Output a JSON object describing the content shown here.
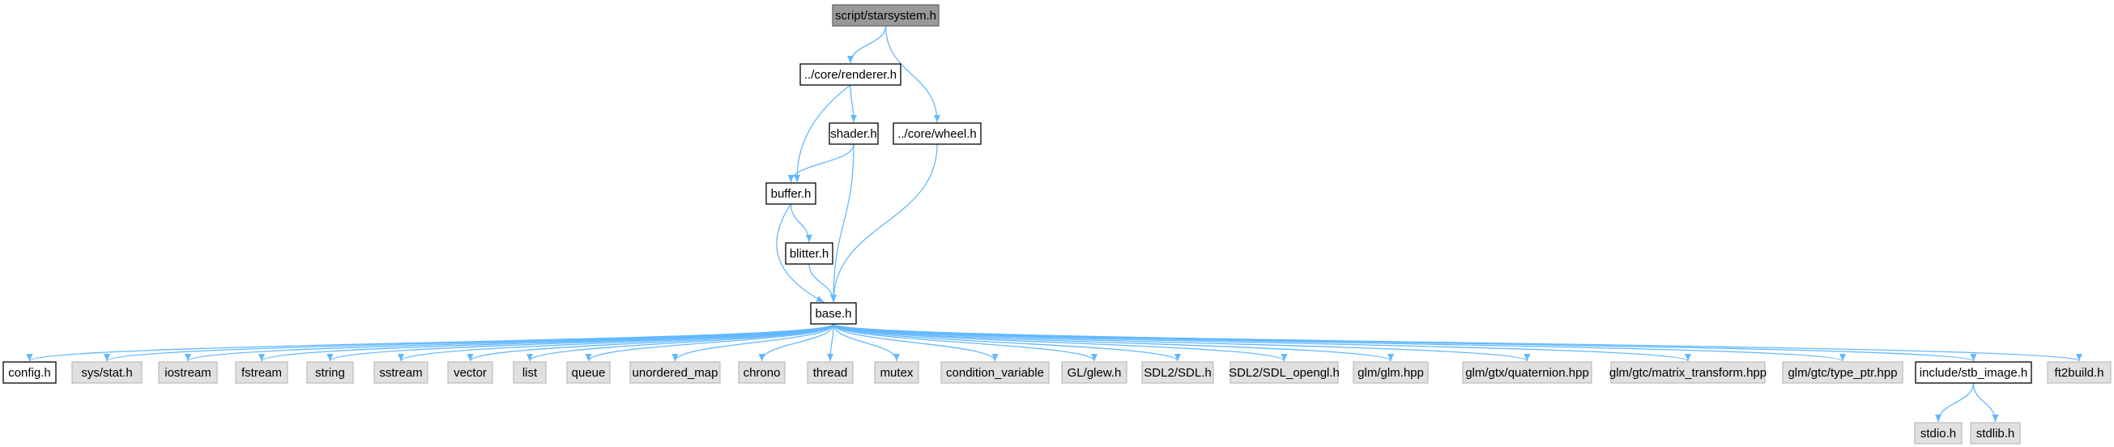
{
  "graph": {
    "edge_color": "#63b8ff",
    "colors": {
      "root_fill": "#999999",
      "project_fill": "#ffffff",
      "project_border": "#000000",
      "system_fill": "#e0e0e0",
      "system_border": "#bfbfbf"
    },
    "nodes": [
      {
        "id": "starsystem",
        "label": "script/starsystem.h",
        "kind": "root"
      },
      {
        "id": "renderer",
        "label": "../core/renderer.h",
        "kind": "project"
      },
      {
        "id": "wheel",
        "label": "../core/wheel.h",
        "kind": "project"
      },
      {
        "id": "shader",
        "label": "shader.h",
        "kind": "project"
      },
      {
        "id": "buffer",
        "label": "buffer.h",
        "kind": "project"
      },
      {
        "id": "blitter",
        "label": "blitter.h",
        "kind": "project"
      },
      {
        "id": "base",
        "label": "base.h",
        "kind": "project"
      },
      {
        "id": "config",
        "label": "config.h",
        "kind": "project"
      },
      {
        "id": "sysstat",
        "label": "sys/stat.h",
        "kind": "system"
      },
      {
        "id": "iostream",
        "label": "iostream",
        "kind": "system"
      },
      {
        "id": "fstream",
        "label": "fstream",
        "kind": "system"
      },
      {
        "id": "string",
        "label": "string",
        "kind": "system"
      },
      {
        "id": "sstream",
        "label": "sstream",
        "kind": "system"
      },
      {
        "id": "vector",
        "label": "vector",
        "kind": "system"
      },
      {
        "id": "list",
        "label": "list",
        "kind": "system"
      },
      {
        "id": "queue",
        "label": "queue",
        "kind": "system"
      },
      {
        "id": "unordered_map",
        "label": "unordered_map",
        "kind": "system"
      },
      {
        "id": "chrono",
        "label": "chrono",
        "kind": "system"
      },
      {
        "id": "thread",
        "label": "thread",
        "kind": "system"
      },
      {
        "id": "mutex",
        "label": "mutex",
        "kind": "system"
      },
      {
        "id": "condition_variable",
        "label": "condition_variable",
        "kind": "system"
      },
      {
        "id": "glew",
        "label": "GL/glew.h",
        "kind": "system"
      },
      {
        "id": "sdl",
        "label": "SDL2/SDL.h",
        "kind": "system"
      },
      {
        "id": "sdl_opengl",
        "label": "SDL2/SDL_opengl.h",
        "kind": "system"
      },
      {
        "id": "glm",
        "label": "glm/glm.hpp",
        "kind": "system"
      },
      {
        "id": "quaternion",
        "label": "glm/gtx/quaternion.hpp",
        "kind": "system"
      },
      {
        "id": "matrix_transform",
        "label": "glm/gtc/matrix_transform.hpp",
        "kind": "system"
      },
      {
        "id": "type_ptr",
        "label": "glm/gtc/type_ptr.hpp",
        "kind": "system"
      },
      {
        "id": "stb_image",
        "label": "include/stb_image.h",
        "kind": "project"
      },
      {
        "id": "ft2build",
        "label": "ft2build.h",
        "kind": "system"
      },
      {
        "id": "stdio",
        "label": "stdio.h",
        "kind": "system"
      },
      {
        "id": "stdlib",
        "label": "stdlib.h",
        "kind": "system"
      }
    ],
    "edges": [
      {
        "from": "starsystem",
        "to": "renderer"
      },
      {
        "from": "starsystem",
        "to": "wheel"
      },
      {
        "from": "renderer",
        "to": "shader"
      },
      {
        "from": "renderer",
        "to": "buffer"
      },
      {
        "from": "shader",
        "to": "buffer"
      },
      {
        "from": "shader",
        "to": "base"
      },
      {
        "from": "wheel",
        "to": "base"
      },
      {
        "from": "buffer",
        "to": "blitter"
      },
      {
        "from": "buffer",
        "to": "base"
      },
      {
        "from": "blitter",
        "to": "base"
      },
      {
        "from": "base",
        "to": "config"
      },
      {
        "from": "base",
        "to": "sysstat"
      },
      {
        "from": "base",
        "to": "iostream"
      },
      {
        "from": "base",
        "to": "fstream"
      },
      {
        "from": "base",
        "to": "string"
      },
      {
        "from": "base",
        "to": "sstream"
      },
      {
        "from": "base",
        "to": "vector"
      },
      {
        "from": "base",
        "to": "list"
      },
      {
        "from": "base",
        "to": "queue"
      },
      {
        "from": "base",
        "to": "unordered_map"
      },
      {
        "from": "base",
        "to": "chrono"
      },
      {
        "from": "base",
        "to": "thread"
      },
      {
        "from": "base",
        "to": "mutex"
      },
      {
        "from": "base",
        "to": "condition_variable"
      },
      {
        "from": "base",
        "to": "glew"
      },
      {
        "from": "base",
        "to": "sdl"
      },
      {
        "from": "base",
        "to": "sdl_opengl"
      },
      {
        "from": "base",
        "to": "glm"
      },
      {
        "from": "base",
        "to": "quaternion"
      },
      {
        "from": "base",
        "to": "matrix_transform"
      },
      {
        "from": "base",
        "to": "type_ptr"
      },
      {
        "from": "base",
        "to": "stb_image"
      },
      {
        "from": "base",
        "to": "ft2build"
      },
      {
        "from": "stb_image",
        "to": "stdio"
      },
      {
        "from": "stb_image",
        "to": "stdlib"
      }
    ]
  }
}
